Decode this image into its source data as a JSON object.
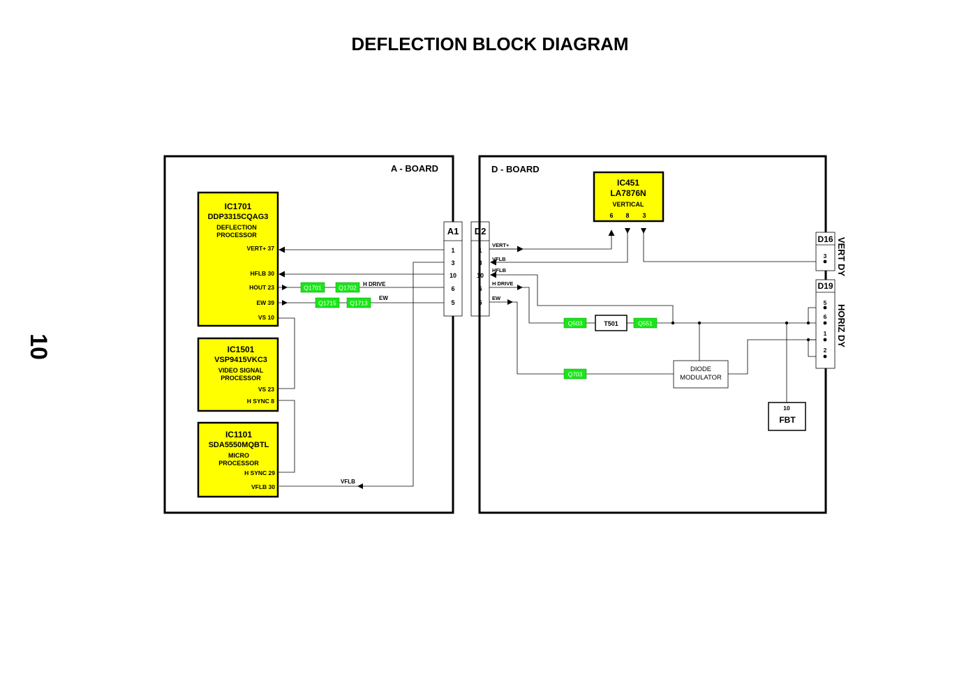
{
  "title": "DEFLECTION BLOCK DIAGRAM",
  "page_number": "10",
  "colors": {
    "ic_fill": "#ffff00",
    "transistor_fill": "#19e619",
    "line": "#000000"
  },
  "a_board": {
    "label": "A - BOARD",
    "ic1701": {
      "ref": "IC1701",
      "part": "DDP3315CQAG3",
      "func1": "DEFLECTION",
      "func2": "PROCESSOR",
      "pins": [
        "VERT+ 37",
        "HFLB 30",
        "HOUT 23",
        "EW 39",
        "VS 10"
      ]
    },
    "ic1501": {
      "ref": "IC1501",
      "part": "VSP9415VKC3",
      "func1": "VIDEO SIGNAL",
      "func2": "PROCESSOR",
      "pins": [
        "VS 23",
        "H SYNC 8"
      ]
    },
    "ic1101": {
      "ref": "IC1101",
      "part": "SDA5550MQBTL",
      "func1": "MICRO",
      "func2": "PROCESSOR",
      "pins": [
        "H SYNC 29",
        "VFLB 30"
      ]
    },
    "transistors": [
      "Q1701",
      "Q1702",
      "Q1715",
      "Q1713"
    ],
    "signals": {
      "hdrive": "H DRIVE",
      "ew": "EW",
      "vflb": "VFLB"
    }
  },
  "connectors": {
    "a1": {
      "label": "A1",
      "pins": [
        "1",
        "3",
        "10",
        "6",
        "5"
      ]
    },
    "d2": {
      "label": "D2",
      "pins": [
        "1",
        "3",
        "10",
        "6",
        "5"
      ]
    },
    "d16": {
      "label": "D16",
      "pins": [
        "3"
      ]
    },
    "d19": {
      "label": "D19",
      "pins": [
        "5",
        "6",
        "1",
        "2"
      ]
    }
  },
  "d_board": {
    "label": "D - BOARD",
    "ic451": {
      "ref": "IC451",
      "part": "LA7876N",
      "func": "VERTICAL",
      "pins": [
        "6",
        "8",
        "3"
      ]
    },
    "signals": [
      "VERT+",
      "VFLB",
      "HFLB",
      "H DRIVE",
      "EW"
    ],
    "transistors": [
      "Q503",
      "Q551",
      "Q703"
    ],
    "t501": "T501",
    "diode_modulator": {
      "line1": "DIODE",
      "line2": "MODULATOR"
    },
    "fbt": {
      "pin": "10",
      "label": "FBT"
    },
    "vert_dy": "VERT DY",
    "horiz_dy": "HORIZ DY"
  }
}
